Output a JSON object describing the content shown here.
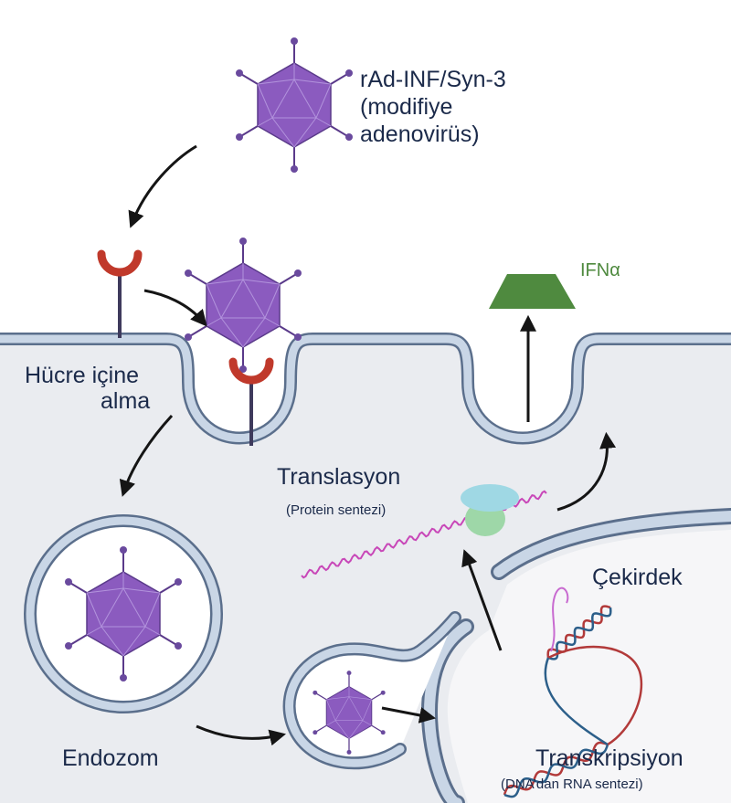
{
  "virus_label": {
    "line1": "rAd-INF/Syn-3",
    "line2": "(modifiye",
    "line3": "adenovirüs)"
  },
  "uptake_label": {
    "line1": "Hücre içine",
    "line2": "alma"
  },
  "endosome_label": "Endozom",
  "translation_label": {
    "title": "Translasyon",
    "subtitle": "(Protein sentezi)"
  },
  "nucleus_label": "Çekirdek",
  "transcription_label": {
    "title": "Transkripsiyon",
    "subtitle": "(DNA’dan RNA sentezi)"
  },
  "ifn_label": "IFNα",
  "colors": {
    "virus_fill": "#8b5bbf",
    "virus_stroke": "#5a3a8a",
    "receptor_red": "#c0392b",
    "receptor_stem": "#3e3a5c",
    "membrane_fill": "#c9d6e6",
    "membrane_stroke": "#5b6f8c",
    "cytoplasm": "#eaecf0",
    "ifn_green": "#4f8a3f",
    "mrna": "#c847b8",
    "ribosome_top": "#9fd8e4",
    "ribosome_bottom": "#9ed7a8"
  }
}
